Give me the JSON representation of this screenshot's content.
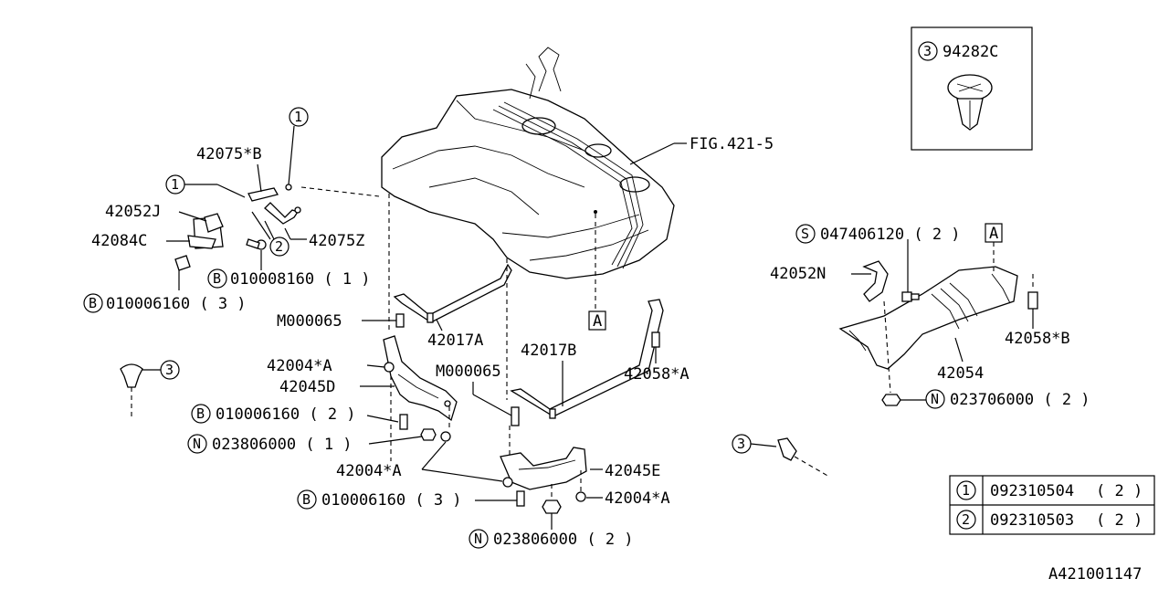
{
  "labels": {
    "fig_ref": "FIG.421-5",
    "p42075b": "42075*B",
    "p42052j": "42052J",
    "p42084c": "42084C",
    "p42075z": "42075Z",
    "b_010008160": "010008160 ( 1 )",
    "b_010006160_3": "010006160 ( 3 )",
    "m000065_1": "M000065",
    "p42017a": "42017A",
    "p42017b": "42017B",
    "p42004a_1": "42004*A",
    "p42045d": "42045D",
    "m000065_2": "M000065",
    "p42058a": "42058*A",
    "b_010006160_2": "010006160 ( 2 )",
    "n_023806000_1": "023806000 ( 1 )",
    "p42004a_2": "42004*A",
    "p42045e": "42045E",
    "b_010006160_3b": "010006160 ( 3 )",
    "p42004a_3": "42004*A",
    "n_023806000_2": "023806000 ( 2 )",
    "s_047406120": "047406120 ( 2 )",
    "p42052n": "42052N",
    "p42058b": "42058*B",
    "p42054": "42054",
    "n_023706000": "023706000 ( 2 )",
    "ref_a_1": "A",
    "ref_a_2": "A",
    "clip_part": "94282C",
    "diagram_id": "A421001147"
  },
  "markers": {
    "one": "1",
    "two": "2",
    "three": "3",
    "b": "B",
    "n": "N",
    "s": "S"
  },
  "legend": {
    "rows": [
      {
        "key": "1",
        "part": "092310504",
        "qty": "( 2 )"
      },
      {
        "key": "2",
        "part": "092310503",
        "qty": "( 2 )"
      }
    ]
  }
}
